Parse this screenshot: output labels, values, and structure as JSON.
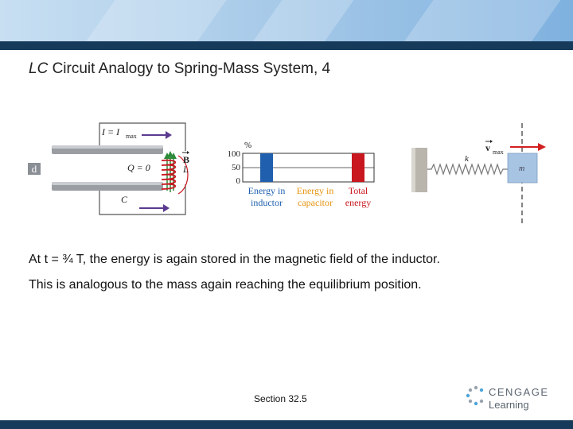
{
  "title": {
    "italic": "LC",
    "rest": " Circuit Analogy to Spring-Mass System, 4"
  },
  "figure": {
    "panel_letter": "d",
    "circuit": {
      "current_label": "I = I",
      "current_sub": "max",
      "charge_label": "Q = 0",
      "capacitor_label": "C",
      "field_label": "B",
      "inductor_label": "L"
    },
    "energy_bars": {
      "unit": "%",
      "ticks": [
        "100",
        "50",
        "0"
      ],
      "bars": [
        {
          "line1": "Energy in",
          "line2": "inductor",
          "percent": 100,
          "color": "#1f5fad"
        },
        {
          "line1": "Energy in",
          "line2": "capacitor",
          "percent": 0,
          "color": "#e5930f"
        },
        {
          "line1": "Total",
          "line2": "energy",
          "percent": 100,
          "color": "#c8171f"
        }
      ]
    },
    "spring": {
      "spring_label": "k",
      "velocity_label": "v",
      "velocity_sub": "max",
      "mass_label": "m"
    }
  },
  "body": {
    "line1": "At t = ¾ T, the energy is again stored in the magnetic field of the inductor.",
    "line2": "This is analogous to the mass again reaching the equilibrium position."
  },
  "footer": {
    "section": "Section  32.5"
  },
  "logo": {
    "word1": "CENGAGE",
    "word2": "Learning"
  },
  "colors": {
    "header_dark": "#163a59",
    "arrow_purple": "#5b3a8f",
    "arrow_red": "#d22020",
    "field_green": "#2e8b3a"
  }
}
